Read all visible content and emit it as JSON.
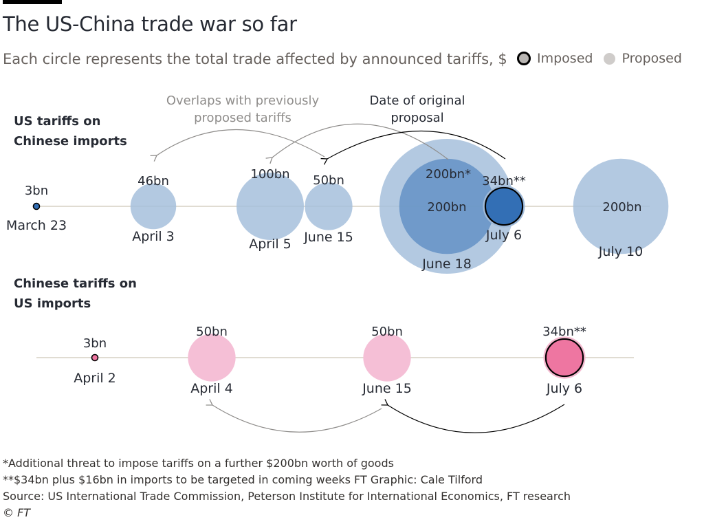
{
  "header": {
    "title": "The US-China trade war so far",
    "subtitle": "Each circle represents the total trade affected by announced tariffs, $"
  },
  "legend": {
    "imposed": "Imposed",
    "proposed": "Proposed"
  },
  "colors": {
    "us_proposed": "#a6bfdc",
    "us_proposed_dark": "#5f8ec4",
    "us_imposed": "#336fb5",
    "cn_proposed": "#f5bfd6",
    "cn_imposed": "#ee76a1",
    "axis": "#d6d0c4",
    "arrow_grey": "#8f8d8b",
    "arrow_black": "#000000"
  },
  "chart_data": {
    "type": "bubble-timeline",
    "panels": [
      {
        "id": "us",
        "label_line1": "US tariffs on",
        "label_line2": "Chinese imports",
        "events": [
          {
            "date": "March 23",
            "value": 3,
            "value_label": "3bn",
            "status": "imposed"
          },
          {
            "date": "April 3",
            "value": 46,
            "value_label": "46bn",
            "status": "proposed"
          },
          {
            "date": "April 5",
            "value": 100,
            "value_label": "100bn",
            "status": "proposed"
          },
          {
            "date": "June 15",
            "value": 50,
            "value_label": "50bn",
            "status": "proposed"
          },
          {
            "date": "June 18",
            "value": 400,
            "value_label": "200bn*",
            "inner_value": 200,
            "inner_label": "200bn",
            "status": "proposed"
          },
          {
            "date": "July 6",
            "value": 34,
            "value_label": "34bn**",
            "status": "imposed"
          },
          {
            "date": "July 10",
            "value": 200,
            "value_label": "200bn",
            "status": "proposed"
          }
        ],
        "annotations": [
          {
            "line1": "Overlaps with previously",
            "line2": "proposed tariffs"
          },
          {
            "line1": "Date of original",
            "line2": "proposal"
          }
        ]
      },
      {
        "id": "china",
        "label_line1": "Chinese tariffs on",
        "label_line2": "US imports",
        "events": [
          {
            "date": "April 2",
            "value": 3,
            "value_label": "3bn",
            "status": "imposed"
          },
          {
            "date": "April 4",
            "value": 50,
            "value_label": "50bn",
            "status": "proposed"
          },
          {
            "date": "June 15",
            "value": 50,
            "value_label": "50bn",
            "status": "proposed"
          },
          {
            "date": "July 6",
            "value": 34,
            "value_label": "34bn**",
            "status": "imposed"
          }
        ]
      }
    ]
  },
  "footer": {
    "note1": "*Additional threat to impose tariffs on a further $200bn worth of goods",
    "note2": "**$34bn plus $16bn in imports to be targeted in coming weeks  FT Graphic: Cale Tilford",
    "source": "Source: US International Trade Commission, Peterson Institute for International Economics, FT research",
    "copyright": "© FT"
  }
}
